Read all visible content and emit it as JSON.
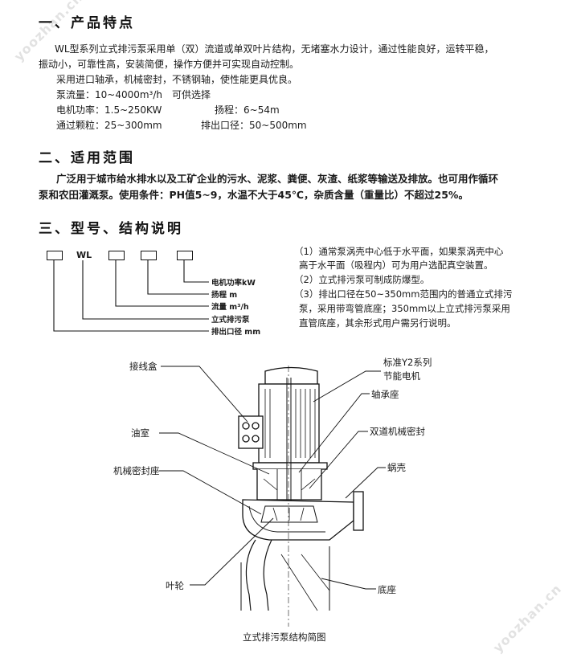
{
  "section1": {
    "title": "一、产品特点",
    "para1_line1": "WL型系列立式排污泵采用单（双）流道或单双叶片结构，无堵塞水力设计，通过性能良好，运转平稳，",
    "para1_line2": "振动小，可靠性高，安装简便，操作方便并可实现自动控制。",
    "para2": "采用进口轴承，机械密封，不锈钢轴，使性能更具优良。",
    "flow": "泵流量：10~4000m³/h　可供选择",
    "power": "电机功率：1.5~250KW",
    "head": "扬程：6~54m",
    "particle": "通过颗粒：25~300mm",
    "outlet": "排出口径：50~500mm"
  },
  "section2": {
    "title": "二、适用范围",
    "line1": "广泛用于城市给水排水以及工矿企业的污水、泥浆、粪便、灰渣、纸浆等输送及排放。也可用作循环",
    "line2": "泵和农田灌溉泵。使用条件：PH值5~9，水温不大于45℃，杂质含量（重量比）不超过25%。"
  },
  "section3": {
    "title": "三、型号、结构说明",
    "model_prefix": "WL",
    "model_labels": [
      "电机功率kW",
      "扬程 m",
      "流量 m³/h",
      "立式排污泵",
      "排出口径 mm"
    ],
    "notes": [
      "（1）通常泵涡壳中心低于水平面，如果泵涡壳中心",
      "高于水平面（吸程内）可为用户选配真空装置。",
      "（2）立式排污泵可制成防爆型。",
      "（3）排出口径在50~350mm范围内的普通立式排污",
      "泵，采用带弯管底座；350mm以上立式排污泵采用",
      "直管底座，其余形式用户需另行说明。"
    ]
  },
  "diagram": {
    "labels": {
      "junction_box": "接线盒",
      "motor_line1": "标准Y2系列",
      "motor_line2": "节能电机",
      "bearing_seat": "轴承座",
      "oil_chamber": "油室",
      "double_seal": "双道机械密封",
      "seal_seat": "机械密封座",
      "volute": "蜗壳",
      "impeller": "叶轮",
      "base": "底座"
    },
    "caption": "立式排污泵结构简图"
  },
  "watermark": "yoozhan.cn"
}
